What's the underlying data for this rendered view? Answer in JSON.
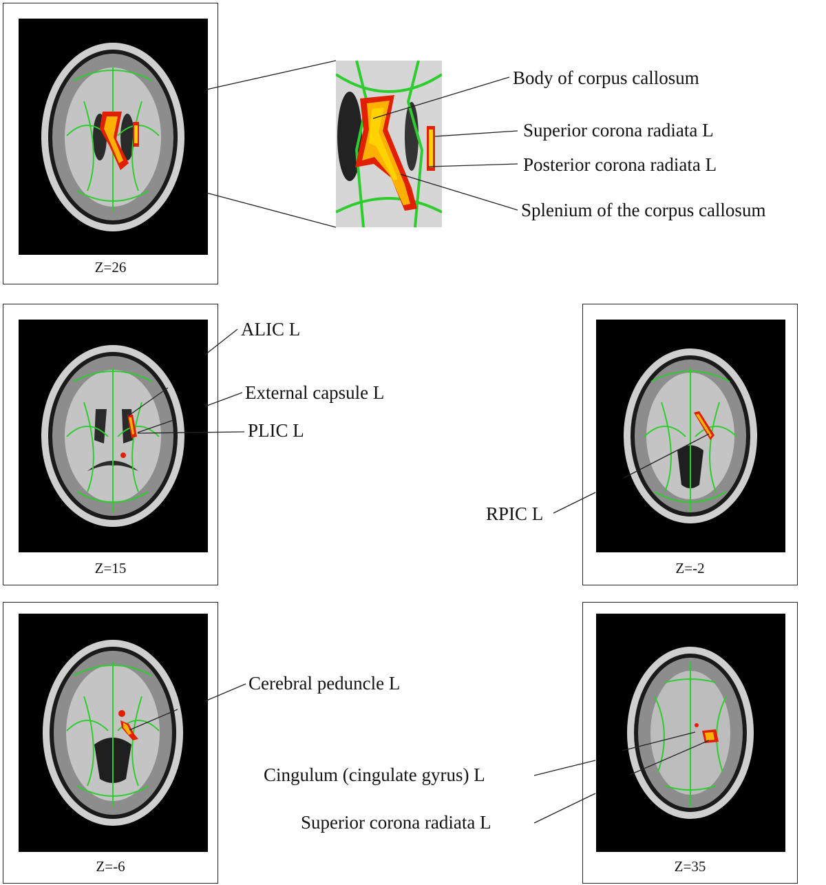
{
  "panels": [
    {
      "id": "p1",
      "z_label": "Z=26"
    },
    {
      "id": "p2",
      "z_label": "Z=15"
    },
    {
      "id": "p3",
      "z_label": "Z=-2"
    },
    {
      "id": "p4",
      "z_label": "Z=-6"
    },
    {
      "id": "p5",
      "z_label": "Z=35"
    }
  ],
  "labels": {
    "body_cc": "Body of corpus callosum",
    "scr_top": "Superior corona radiata L",
    "pcr": "Posterior corona radiata L",
    "splenium": "Splenium of the corpus callosum",
    "alic": "ALIC L",
    "ext_capsule": "External capsule L",
    "plic": "PLIC L",
    "rpic": "RPIC L",
    "cerebral_peduncle": "Cerebral peduncle L",
    "cingulum": "Cingulum (cingulate gyrus) L",
    "scr_bottom": "Superior corona radiata L"
  },
  "colors": {
    "skeleton": "#2ecc2e",
    "cluster_core": "#ffd200",
    "cluster_edge": "#e02000",
    "background": "#000000"
  }
}
